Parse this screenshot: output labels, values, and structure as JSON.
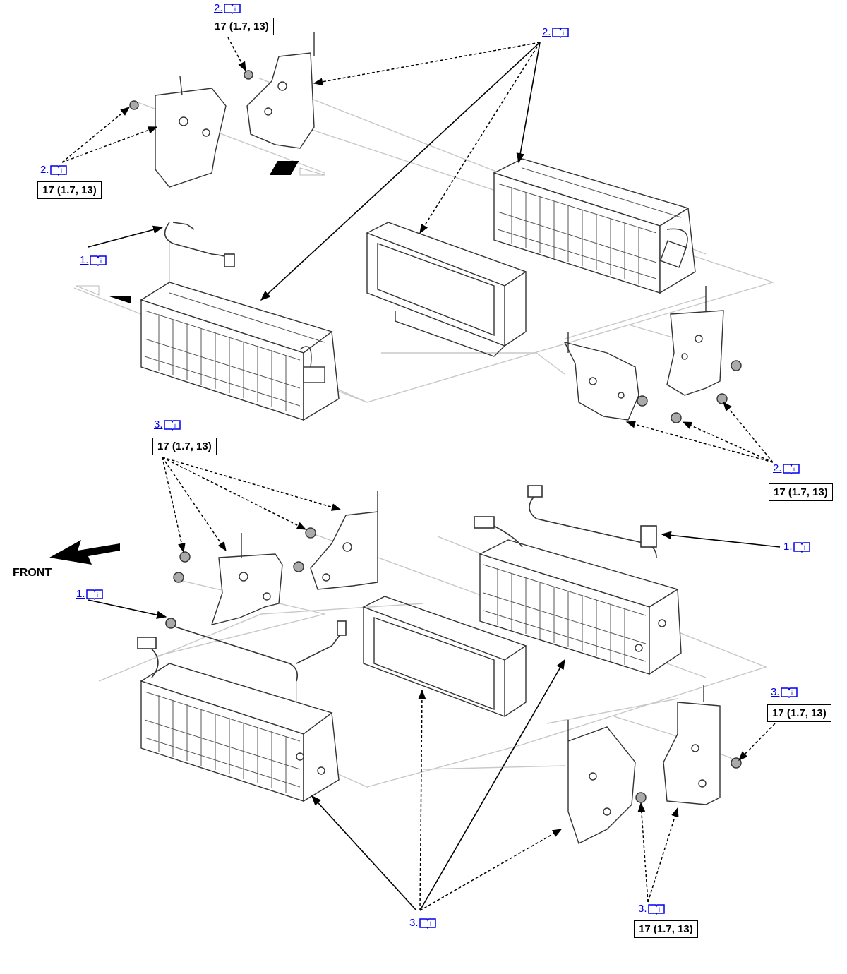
{
  "callouts": [
    {
      "id": "c1",
      "step": "2.",
      "torque": "17 (1.7, 13)"
    },
    {
      "id": "c2",
      "step": "2.",
      "torque": ""
    },
    {
      "id": "c3",
      "step": "2.",
      "torque": "17 (1.7, 13)"
    },
    {
      "id": "c4",
      "step": "1.",
      "torque": ""
    },
    {
      "id": "c5",
      "step": "2.",
      "torque": "17 (1.7, 13)"
    },
    {
      "id": "c6",
      "step": "3.",
      "torque": "17 (1.7, 13)"
    },
    {
      "id": "c7",
      "step": "1.",
      "torque": ""
    },
    {
      "id": "c8",
      "step": "1.",
      "torque": ""
    },
    {
      "id": "c9",
      "step": "3.",
      "torque": "17 (1.7, 13)"
    },
    {
      "id": "c10",
      "step": "3.",
      "torque": "17 (1.7, 13)"
    },
    {
      "id": "c11",
      "step": "3.",
      "torque": ""
    }
  ],
  "front_label": "FRONT",
  "icon": "manual-reference-book-icon"
}
